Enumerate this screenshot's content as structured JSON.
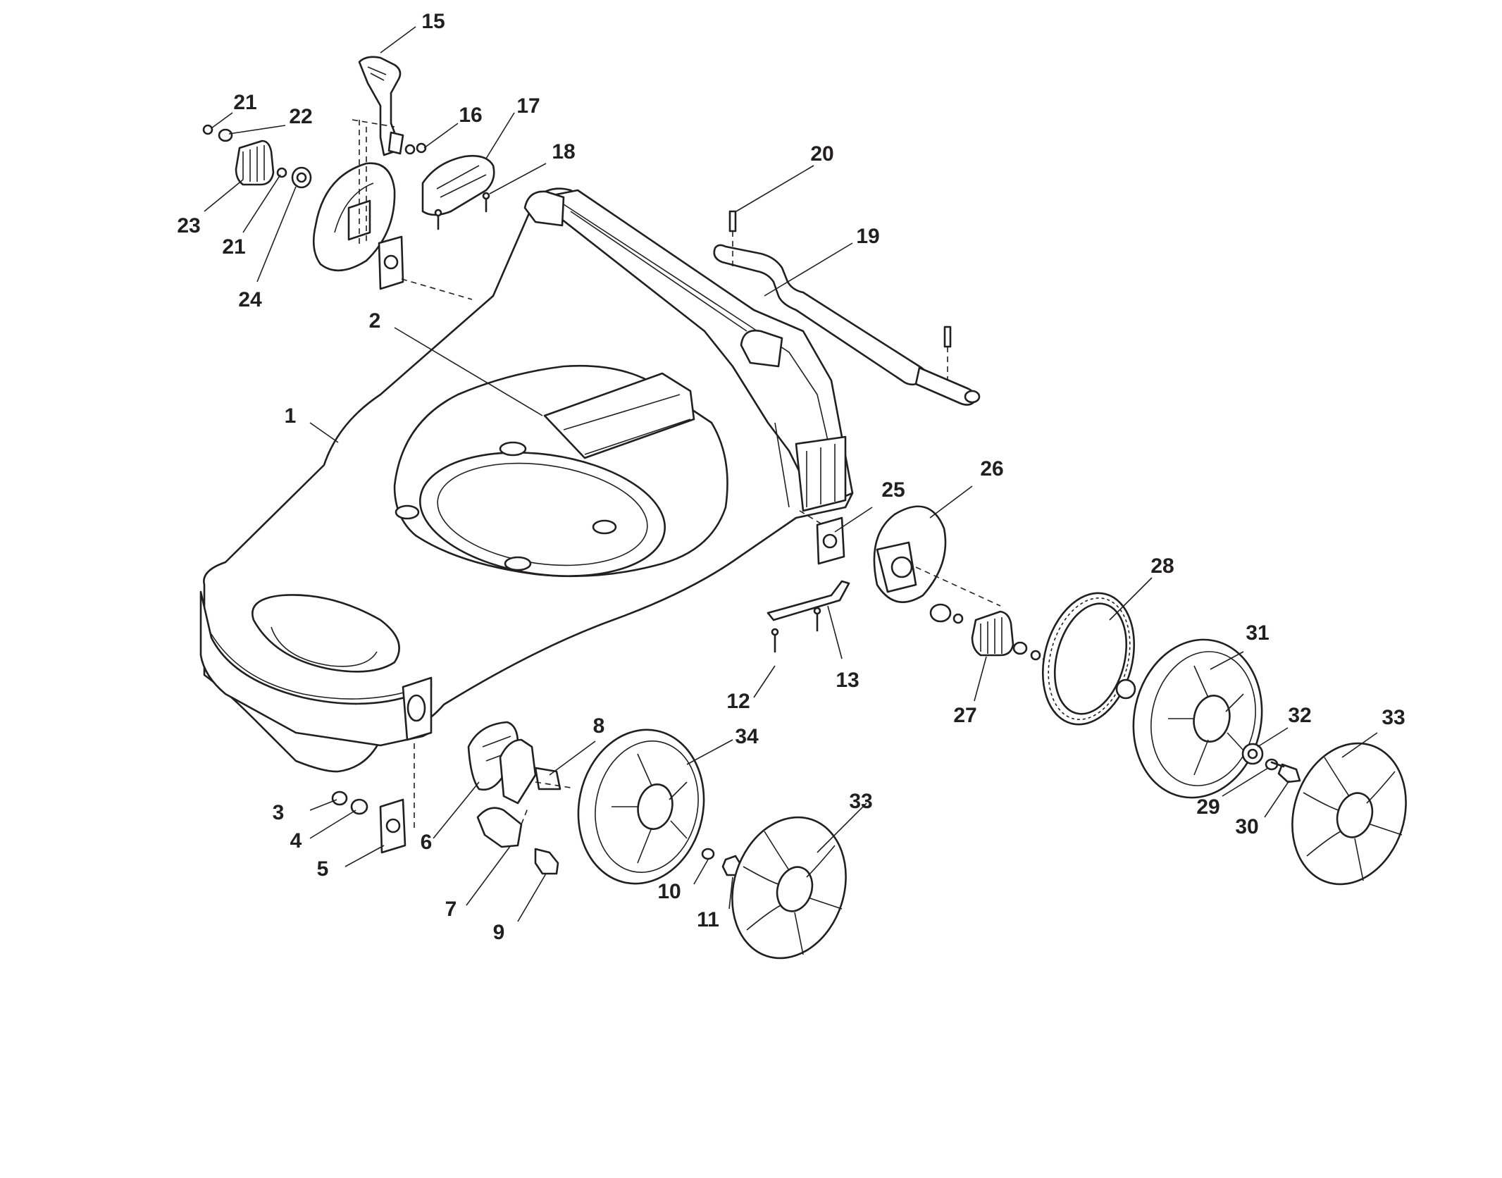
{
  "diagram": {
    "callouts": [
      {
        "id": "c1",
        "label": "1"
      },
      {
        "id": "c2",
        "label": "2"
      },
      {
        "id": "c3",
        "label": "3"
      },
      {
        "id": "c4",
        "label": "4"
      },
      {
        "id": "c5",
        "label": "5"
      },
      {
        "id": "c6",
        "label": "6"
      },
      {
        "id": "c7",
        "label": "7"
      },
      {
        "id": "c8",
        "label": "8"
      },
      {
        "id": "c9",
        "label": "9"
      },
      {
        "id": "c10",
        "label": "10"
      },
      {
        "id": "c11",
        "label": "11"
      },
      {
        "id": "c12",
        "label": "12"
      },
      {
        "id": "c13",
        "label": "13"
      },
      {
        "id": "c15",
        "label": "15"
      },
      {
        "id": "c16",
        "label": "16"
      },
      {
        "id": "c17",
        "label": "17"
      },
      {
        "id": "c18",
        "label": "18"
      },
      {
        "id": "c19",
        "label": "19"
      },
      {
        "id": "c20",
        "label": "20"
      },
      {
        "id": "c21a",
        "label": "21"
      },
      {
        "id": "c21b",
        "label": "21"
      },
      {
        "id": "c22",
        "label": "22"
      },
      {
        "id": "c23",
        "label": "23"
      },
      {
        "id": "c24",
        "label": "24"
      },
      {
        "id": "c25",
        "label": "25"
      },
      {
        "id": "c26",
        "label": "26"
      },
      {
        "id": "c27",
        "label": "27"
      },
      {
        "id": "c28",
        "label": "28"
      },
      {
        "id": "c29",
        "label": "29"
      },
      {
        "id": "c30",
        "label": "30"
      },
      {
        "id": "c31",
        "label": "31"
      },
      {
        "id": "c32",
        "label": "32"
      },
      {
        "id": "c33a",
        "label": "33"
      },
      {
        "id": "c33b",
        "label": "33"
      },
      {
        "id": "c34",
        "label": "34"
      }
    ]
  }
}
